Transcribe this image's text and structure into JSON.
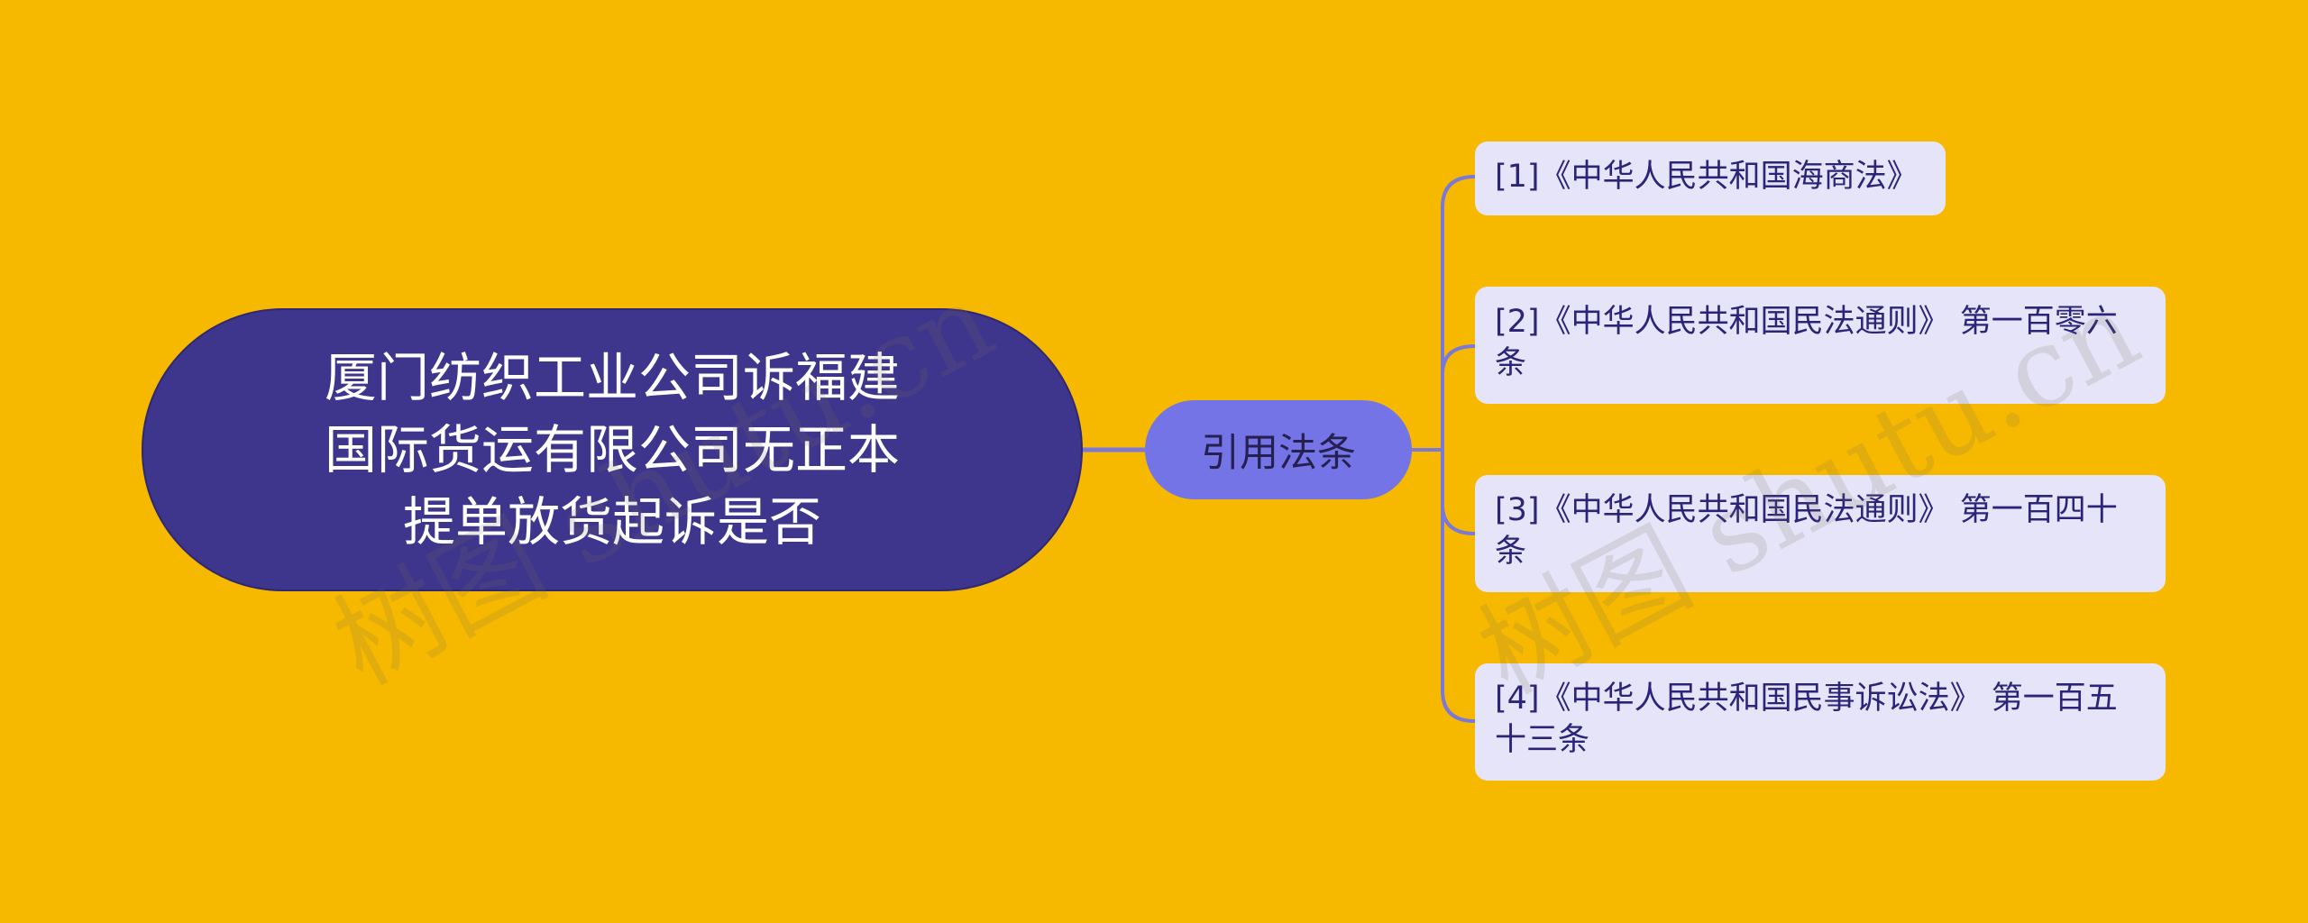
{
  "root": {
    "title": "厦门纺织工业公司诉福建\n国际货运有限公司无正本\n提单放货起诉是否"
  },
  "branch": {
    "label": "引用法条"
  },
  "leaves": [
    {
      "text": "[1]《中华人民共和国海商法》"
    },
    {
      "text": "[2]《中华人民共和国民法通则》 第一百零六条"
    },
    {
      "text": "[3]《中华人民共和国民法通则》 第一百四十条"
    },
    {
      "text": "[4]《中华人民共和国民事诉讼法》 第一百五十三条"
    }
  ],
  "watermark": {
    "left": "树图 shutu.cn",
    "right": "树图 shutu.cn"
  },
  "colors": {
    "background": "#F6B900",
    "root_fill": "#3E358C",
    "branch_fill": "#7474E6",
    "leaf_fill": "#E6E4F8",
    "connector": "#7B78D8"
  }
}
